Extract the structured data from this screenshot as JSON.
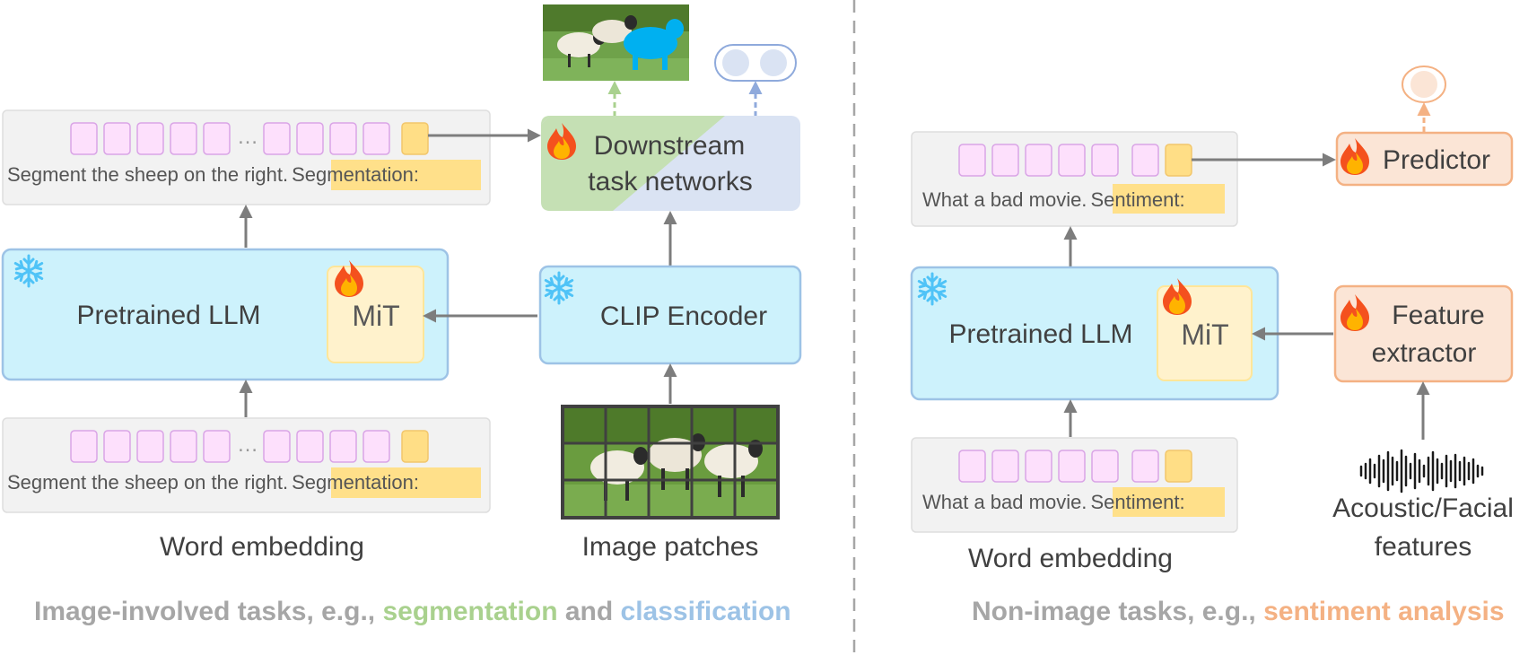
{
  "left": {
    "top_text_plain": "Segment the sheep on the right.",
    "top_text_tag": "Segmentation:",
    "bottom_text_plain": "Segment the sheep on the right.",
    "bottom_text_tag": "Segmentation:",
    "ellipsis": "…",
    "llm_label": "Pretrained LLM",
    "mit_label": "MiT",
    "clip_label": "CLIP Encoder",
    "downstream_line1": "Downstream",
    "downstream_line2": "task networks",
    "word_embedding_caption": "Word embedding",
    "image_patches_caption": "Image patches",
    "caption_prefix": "Image-involved tasks, e.g., ",
    "caption_seg": "segmentation",
    "caption_and": " and ",
    "caption_cls": "classification"
  },
  "right": {
    "top_text_plain": "What a bad movie.",
    "top_text_tag": "Sentiment:",
    "bottom_text_plain": "What a bad movie.",
    "bottom_text_tag": "Sentiment:",
    "predictor_label": "Predictor",
    "llm_label": "Pretrained LLM",
    "mit_label": "MiT",
    "feature_line1": "Feature",
    "feature_line2": "extractor",
    "acoustic_line1": "Acoustic/Facial",
    "acoustic_line2": "features",
    "word_embedding_caption": "Word embedding",
    "caption_prefix": "Non-image tasks, e.g., ",
    "caption_sent": "sentiment analysis"
  },
  "colors": {
    "caption_gray": "#a6a6a6",
    "segmentation_green": "#a9d18e",
    "classification_blue": "#9dc3e6",
    "sentiment_orange": "#f4b183",
    "frozen_box": "#cdf2fc",
    "mit_box": "#fff2cc",
    "predictor_box": "#fbe5d6"
  },
  "icons": [
    "snowflake-icon",
    "fire-icon",
    "sheep-mask-image",
    "sheep-patch-image",
    "waveform-icon",
    "class-tokens-icon",
    "sentiment-token-icon"
  ]
}
